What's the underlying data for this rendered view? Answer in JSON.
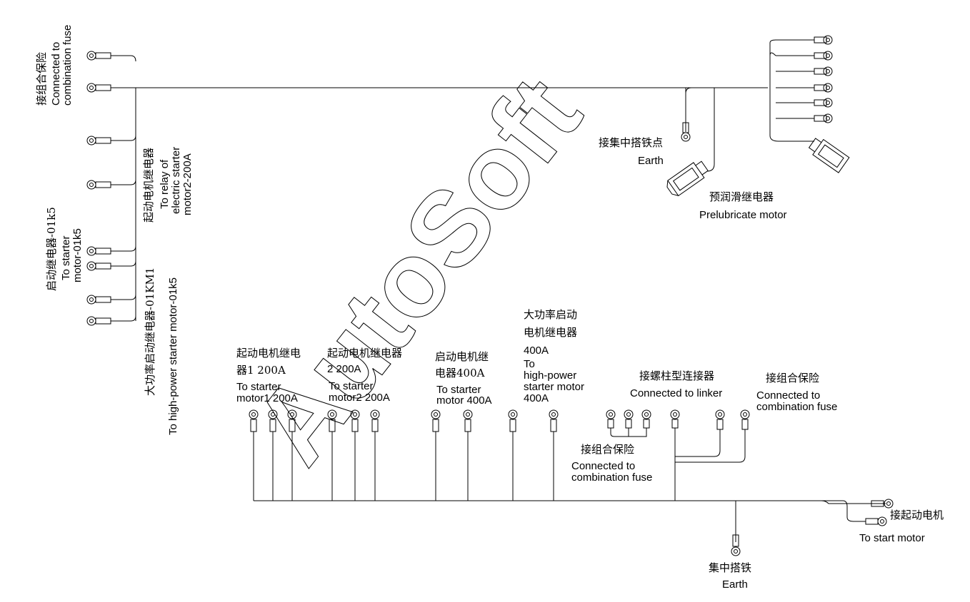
{
  "watermark": "AutoSoft",
  "labels": {
    "top_left_fuse_cn": "接组合保险",
    "top_left_fuse_en1": "Connected to",
    "top_left_fuse_en2": "combination fuse",
    "relay_starter_cn": "起动电机继电器",
    "relay_starter_en1": "To relay of",
    "relay_starter_en2": "electric starter",
    "relay_starter_en3": "motor2-200A",
    "starter_01k5_cn": "启动继电器-01k5",
    "starter_01k5_en1": "To starter",
    "starter_01k5_en2": "motor-01k5",
    "highpower_cn": "大功率启动继电器-01KM1",
    "highpower_en": "To high-power starter motor-01k5",
    "earth_top_cn": "接集中搭铁点",
    "earth_top_en": "Earth",
    "prelube_cn": "预润滑继电器",
    "prelube_en": "Prelubricate motor",
    "relay1_cn1": "起动电机继电",
    "relay1_cn2": "器1 200A",
    "relay1_en1": "To starter",
    "relay1_en2": "motor1 200A",
    "relay2_cn1": "起动电机继电器",
    "relay2_cn2": "2 200A",
    "relay2_en1": "To starter",
    "relay2_en2": "motor2 200A",
    "relay400_cn1": "启动电机继",
    "relay400_cn2": "电器400A",
    "relay400_en1": "To starter",
    "relay400_en2": "motor 400A",
    "hp400_cn1": "大功率启动",
    "hp400_cn2": "电机继电器",
    "hp400_cn3": "400A",
    "hp400_en1": "To",
    "hp400_en2": "high-power",
    "hp400_en3": "starter motor",
    "hp400_en4": "400A",
    "linker_cn": "接螺柱型连接器",
    "linker_en": "Connected to linker",
    "fuse_right_cn": "接组合保险",
    "fuse_right_en1": "Connected to",
    "fuse_right_en2": "combination fuse",
    "fuse_mid_cn": "接组合保险",
    "fuse_mid_en1": "Connected to",
    "fuse_mid_en2": "combination fuse",
    "start_motor_cn": "接起动电机",
    "start_motor_en": "To start motor",
    "earth_bottom_cn": "集中搭铁",
    "earth_bottom_en": "Earth"
  }
}
